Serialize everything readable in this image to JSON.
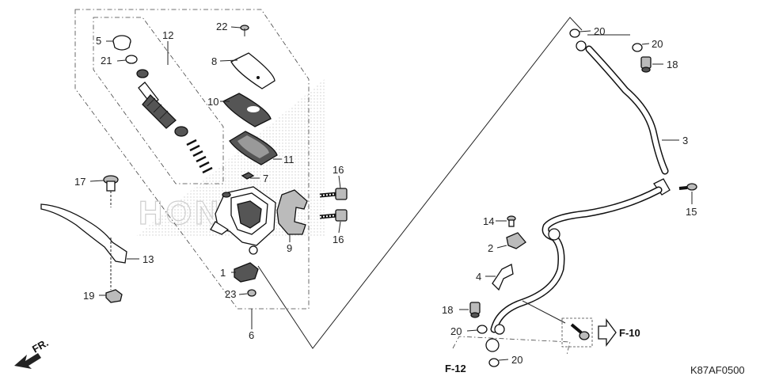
{
  "callouts": {
    "p1": "1",
    "p2": "2",
    "p3": "3",
    "p4": "4",
    "p5": "5",
    "p6": "6",
    "p7": "7",
    "p8": "8",
    "p9": "9",
    "p10": "10",
    "p11": "11",
    "p12": "12",
    "p13": "13",
    "p14": "14",
    "p15": "15",
    "p16a": "16",
    "p16b": "16",
    "p17": "17",
    "p18a": "18",
    "p18b": "18",
    "p19": "19",
    "p20a": "20",
    "p20b": "20",
    "p20c": "20",
    "p20d": "20",
    "p21": "21",
    "p22": "22",
    "p23": "23"
  },
  "references": {
    "f10": "F-10",
    "f12": "F-12"
  },
  "direction": "FR.",
  "code": "K87AF0500",
  "watermark": "HONDA"
}
